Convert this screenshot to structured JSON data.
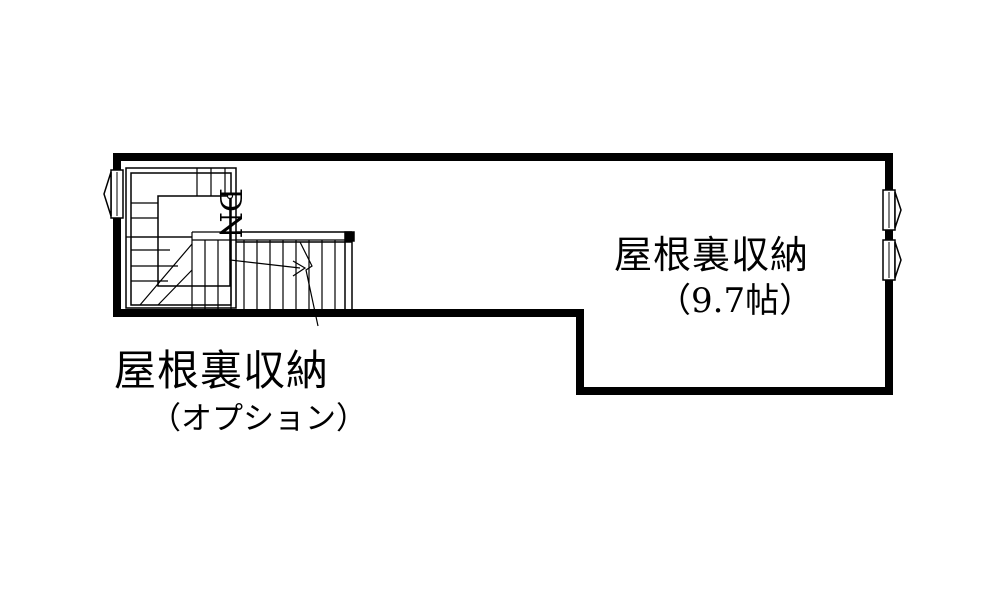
{
  "floor_plan": {
    "main_room": {
      "name": "屋根裏収納",
      "size": "（9.7帖）"
    },
    "optional_room": {
      "name": "屋根裏収納",
      "note": "（オプション）"
    },
    "stair_direction": "DN"
  },
  "colors": {
    "wall": "#000000",
    "background": "#ffffff"
  }
}
